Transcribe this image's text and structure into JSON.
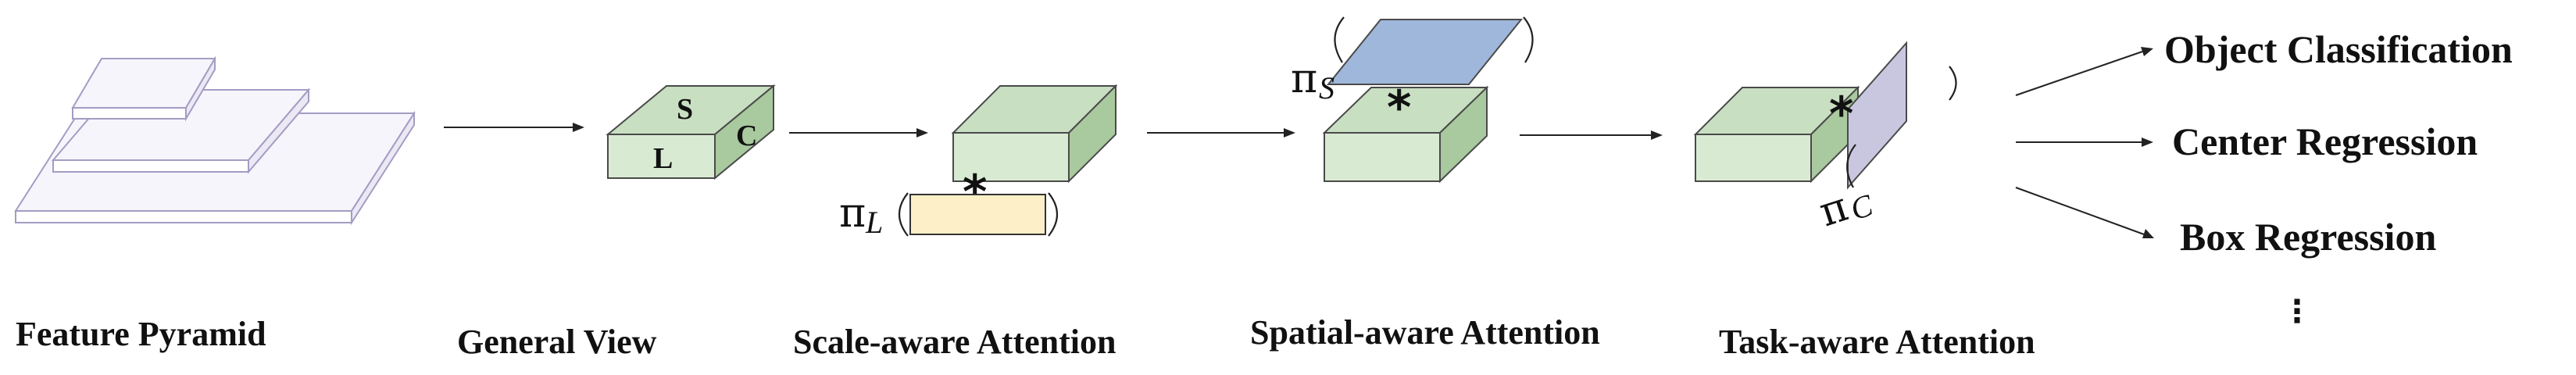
{
  "stages": {
    "feature_pyramid": "Feature Pyramid",
    "general_view": "General View",
    "scale_aware": "Scale-aware Attention",
    "spatial_aware": "Spatial-aware Attention",
    "task_aware": "Task-aware Attention"
  },
  "cube_faces": {
    "top": "S",
    "front": "L",
    "side": "C"
  },
  "operators": {
    "pi": "π",
    "scale_sub": "L",
    "spatial_sub": "S",
    "task_sub": "C",
    "star": "*"
  },
  "outputs": {
    "object_classification": "Object Classification",
    "center_regression": "Center Regression",
    "box_regression": "Box Regression",
    "ellipsis": "⋮"
  },
  "colors": {
    "cube_front": "#d9ead3",
    "cube_top": "#c9dfc2",
    "cube_side": "#a9c99e",
    "cube_edge": "#4a4a4a",
    "pyramid_fill": "#f6f5fb",
    "pyramid_edge": "#a49cc4",
    "scale_weight": "#fdf0c8",
    "spatial_weight": "#9fb7da",
    "task_weight": "#c9c7e0"
  }
}
